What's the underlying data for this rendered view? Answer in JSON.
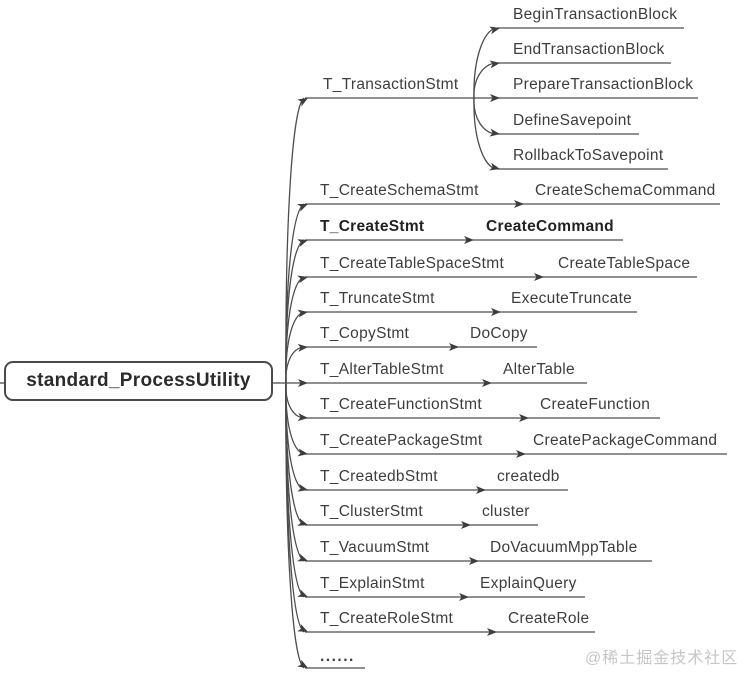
{
  "root": {
    "label": "standard_ProcessUtility"
  },
  "branches": [
    {
      "stmt": "T_TransactionStmt",
      "handler": "",
      "children": [
        "BeginTransactionBlock",
        "EndTransactionBlock",
        "PrepareTransactionBlock",
        "DefineSavepoint",
        "RollbackToSavepoint"
      ]
    },
    {
      "stmt": "T_CreateSchemaStmt",
      "handler": "CreateSchemaCommand"
    },
    {
      "stmt": "T_CreateStmt",
      "handler": "CreateCommand",
      "emphasis": true
    },
    {
      "stmt": "T_CreateTableSpaceStmt",
      "handler": "CreateTableSpace"
    },
    {
      "stmt": "T_TruncateStmt",
      "handler": "ExecuteTruncate"
    },
    {
      "stmt": "T_CopyStmt",
      "handler": "DoCopy"
    },
    {
      "stmt": "T_AlterTableStmt",
      "handler": "AlterTable"
    },
    {
      "stmt": "T_CreateFunctionStmt",
      "handler": "CreateFunction"
    },
    {
      "stmt": "T_CreatePackageStmt",
      "handler": "CreatePackageCommand"
    },
    {
      "stmt": "T_CreatedbStmt",
      "handler": "createdb"
    },
    {
      "stmt": "T_ClusterStmt",
      "handler": "cluster"
    },
    {
      "stmt": "T_VacuumStmt",
      "handler": "DoVacuumMppTable"
    },
    {
      "stmt": "T_ExplainStmt",
      "handler": "ExplainQuery"
    },
    {
      "stmt": "T_CreateRoleStmt",
      "handler": "CreateRole"
    },
    {
      "stmt": "......",
      "handler": ""
    }
  ],
  "watermark": "@稀土掘金技术社区",
  "colors": {
    "line": "#4d4d4d",
    "text": "#3d3d3d",
    "emphasis_text": "#222222",
    "watermark": "#c6c6c6",
    "background": "#ffffff"
  }
}
